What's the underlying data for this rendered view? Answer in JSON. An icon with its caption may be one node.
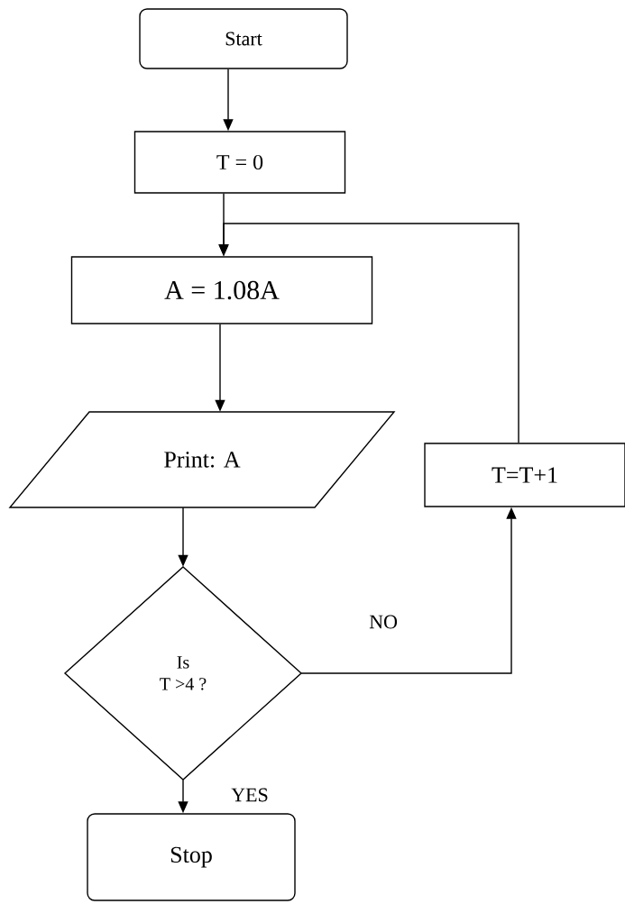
{
  "diagram": {
    "nodes": [
      {
        "text": [
          "Start"
        ]
      },
      {
        "text": [
          "T = 0"
        ]
      },
      {
        "text": [
          "A = 1.08A"
        ]
      },
      {
        "text": [
          "Print: A"
        ]
      },
      {
        "text": [
          "Is T >4 ?"
        ]
      },
      {
        "text": [
          "T=T+1"
        ]
      },
      {
        "text": [
          "Stop"
        ]
      }
    ],
    "edges": [
      {
        "from": 0,
        "to": 1,
        "arrow": "to"
      },
      {
        "from": 1,
        "to": 2,
        "arrow": "to"
      },
      {
        "from": 2,
        "to": 3,
        "arrow": "to"
      },
      {
        "from": 3,
        "to": 4,
        "arrow": "to"
      },
      {
        "from": 4,
        "to": 5,
        "arrow": "to",
        "label": "NO"
      },
      {
        "from": 5,
        "to": 2,
        "arrow": "to"
      },
      {
        "from": 4,
        "to": 6,
        "arrow": "to",
        "label": "YES"
      }
    ]
  }
}
